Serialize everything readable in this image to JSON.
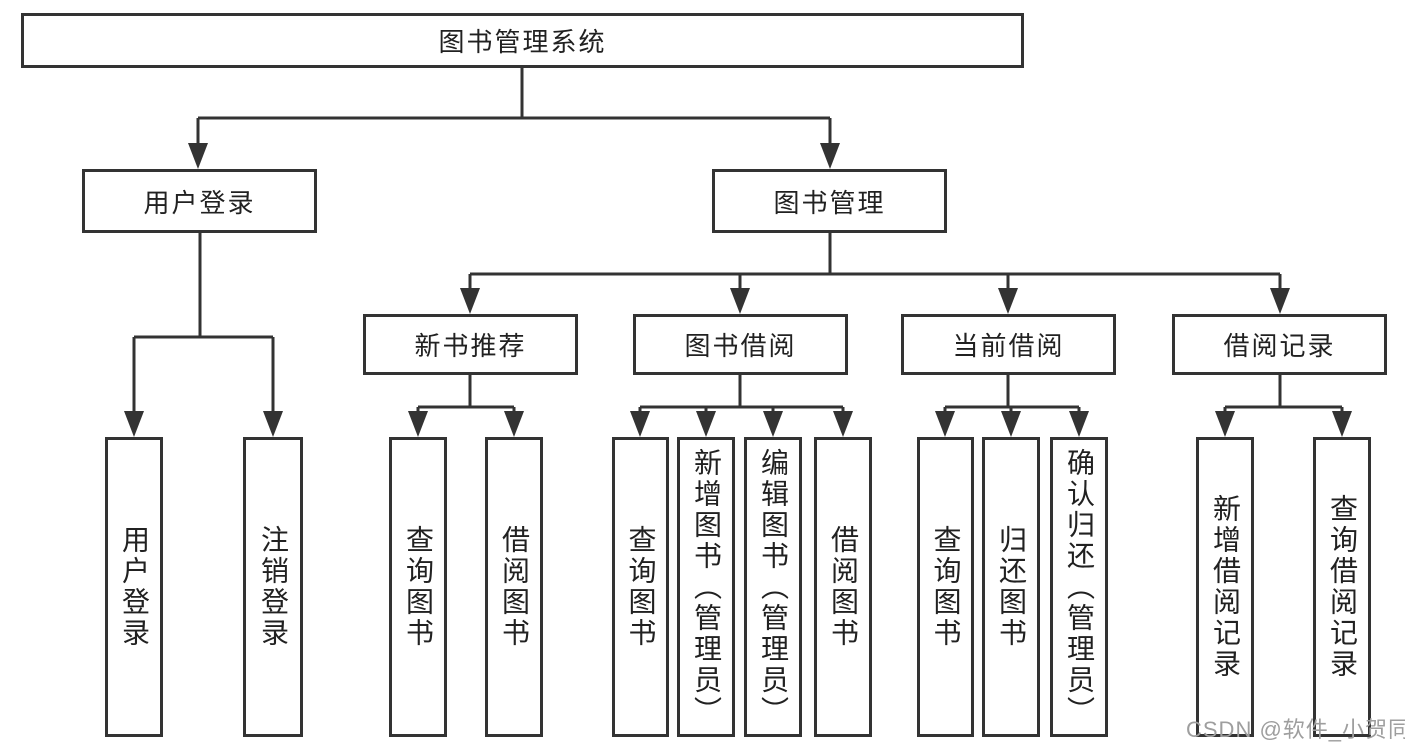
{
  "tree": {
    "root": {
      "label": "图书管理系统"
    },
    "level2": [
      {
        "label": "用户登录",
        "children": [
          {
            "label": "用户登录"
          },
          {
            "label": "注销登录"
          }
        ]
      },
      {
        "label": "图书管理",
        "children": [
          {
            "label": "新书推荐",
            "children": [
              {
                "label": "查询图书"
              },
              {
                "label": "借阅图书"
              }
            ]
          },
          {
            "label": "图书借阅",
            "children": [
              {
                "label": "查询图书"
              },
              {
                "label": "新增图书（管理员）"
              },
              {
                "label": "编辑图书（管理员）"
              },
              {
                "label": "借阅图书"
              }
            ]
          },
          {
            "label": "当前借阅",
            "children": [
              {
                "label": "查询图书"
              },
              {
                "label": "归还图书"
              },
              {
                "label": "确认归还（管理员）"
              }
            ]
          },
          {
            "label": "借阅记录",
            "children": [
              {
                "label": "新增借阅记录"
              },
              {
                "label": "查询借阅记录"
              }
            ]
          }
        ]
      }
    ]
  },
  "watermark": {
    "text": "CSDN @软件_小贺同学"
  },
  "colors": {
    "line": "#333333",
    "text": "#212121",
    "watermark": "#9e9e9e",
    "background": "#ffffff"
  }
}
